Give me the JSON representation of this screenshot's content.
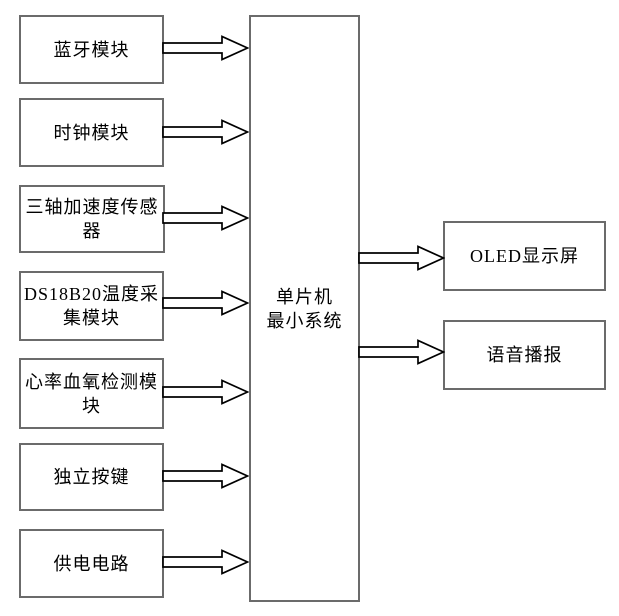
{
  "figure": {
    "type": "block-diagram",
    "background": "#ffffff",
    "box_border_color": "#6b6b6b",
    "arrow_stroke_color": "#000000",
    "arrow_fill_color": "#ffffff",
    "text_color": "#000000",
    "center_block": {
      "label": "单片机\n最小系统"
    },
    "input_blocks": [
      {
        "label": "蓝牙模块"
      },
      {
        "label": "时钟模块"
      },
      {
        "label": "三轴加速度传感器"
      },
      {
        "label": "DS18B20温度采集模块"
      },
      {
        "label": "心率血氧检测模块"
      },
      {
        "label": "独立按键"
      },
      {
        "label": "供电电路"
      }
    ],
    "output_blocks": [
      {
        "label": "OLED显示屏"
      },
      {
        "label": "语音播报"
      }
    ]
  }
}
